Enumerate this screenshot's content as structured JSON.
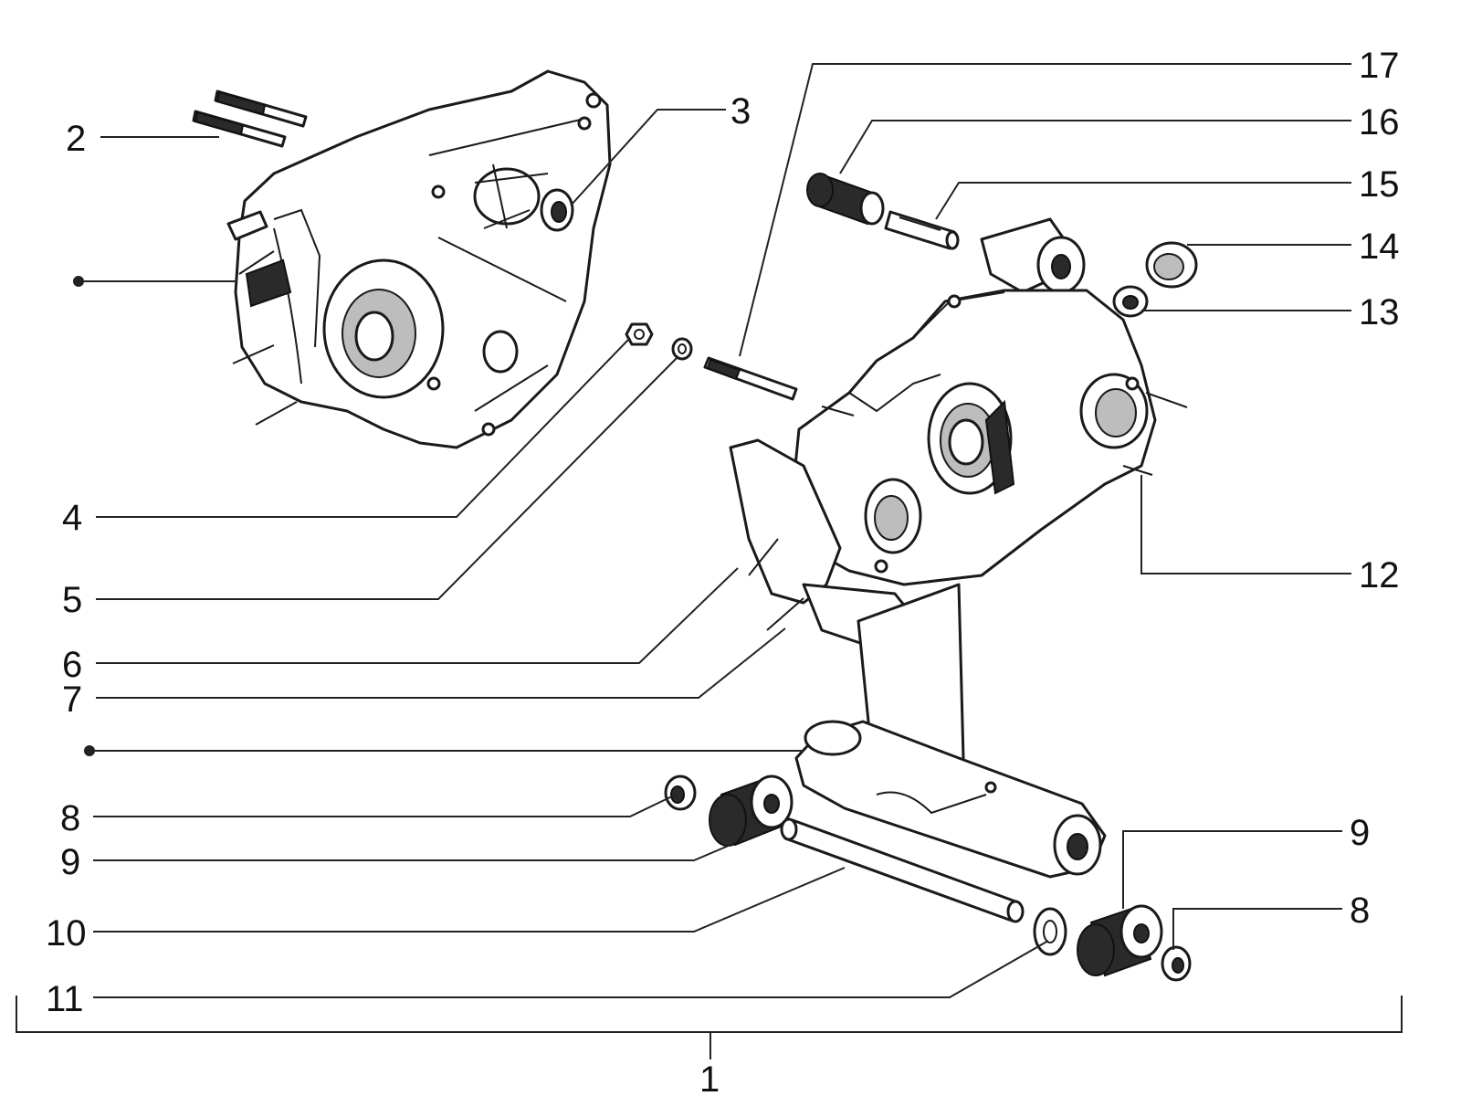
{
  "diagram": {
    "callouts": [
      {
        "id": "c2",
        "text": "2"
      },
      {
        "id": "c3",
        "text": "3"
      },
      {
        "id": "c4",
        "text": "4"
      },
      {
        "id": "c5",
        "text": "5"
      },
      {
        "id": "c6",
        "text": "6"
      },
      {
        "id": "c7",
        "text": "7"
      },
      {
        "id": "c8a",
        "text": "8"
      },
      {
        "id": "c9a",
        "text": "9"
      },
      {
        "id": "c10",
        "text": "10"
      },
      {
        "id": "c11",
        "text": "11"
      },
      {
        "id": "c12",
        "text": "12"
      },
      {
        "id": "c13",
        "text": "13"
      },
      {
        "id": "c14",
        "text": "14"
      },
      {
        "id": "c15",
        "text": "15"
      },
      {
        "id": "c16",
        "text": "16"
      },
      {
        "id": "c17",
        "text": "17"
      },
      {
        "id": "c9b",
        "text": "9"
      },
      {
        "id": "c8b",
        "text": "8"
      },
      {
        "id": "c1",
        "text": "1"
      }
    ]
  }
}
